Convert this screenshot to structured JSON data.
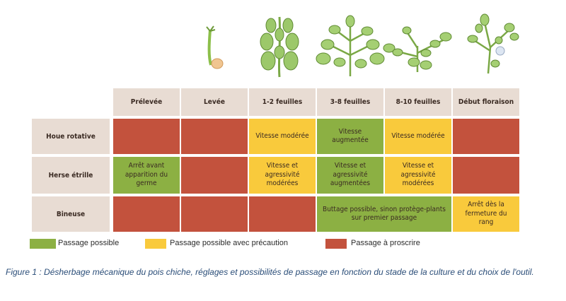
{
  "colors": {
    "green": "#8cb043",
    "yellow": "#f9ca3c",
    "red": "#c3523d",
    "header_bg": "#e8dcd3",
    "text": "#3a2a22",
    "caption": "#2a4d78"
  },
  "plants": [
    "seedling-plant-icon",
    "two-leaf-plant-icon",
    "multi-leaf-plant-icon",
    "branching-plant-icon",
    "flowering-plant-icon"
  ],
  "table": {
    "columns": [
      "Prélevée",
      "Levée",
      "1-2 feuilles",
      "3-8 feuilles",
      "8-10 feuilles",
      "Début floraison"
    ],
    "rows": [
      {
        "name": "Houe rotative",
        "cells": [
          {
            "status": "red",
            "text": ""
          },
          {
            "status": "red",
            "text": ""
          },
          {
            "status": "yellow",
            "text": "Vitesse modérée"
          },
          {
            "status": "green",
            "text": "Vitesse augmentée"
          },
          {
            "status": "yellow",
            "text": "Vitesse modérée"
          },
          {
            "status": "red",
            "text": ""
          }
        ]
      },
      {
        "name": "Herse étrille",
        "cells": [
          {
            "status": "green",
            "text": "Arrêt avant\napparition du\ngerme"
          },
          {
            "status": "red",
            "text": ""
          },
          {
            "status": "yellow",
            "text": "Vitesse et\nagressivité\nmodérées"
          },
          {
            "status": "green",
            "text": "Vitesse et\nagressivité\naugmentées"
          },
          {
            "status": "yellow",
            "text": "Vitesse et\nagressivité\nmodérées"
          },
          {
            "status": "red",
            "text": ""
          }
        ]
      },
      {
        "name": "Bineuse",
        "cells": [
          {
            "status": "red",
            "text": ""
          },
          {
            "status": "red",
            "text": ""
          },
          {
            "status": "red",
            "text": ""
          },
          {
            "status": "green",
            "text": "Buttage possible, sinon protège-plants\nsur premier passage",
            "span": 2
          },
          {
            "status": "yellow",
            "text": "Arrêt dès la\nfermeture du rang"
          }
        ]
      }
    ]
  },
  "legend": [
    {
      "status": "green",
      "label": "Passage possible"
    },
    {
      "status": "yellow",
      "label": "Passage possible avec précaution"
    },
    {
      "status": "red",
      "label": "Passage à proscrire"
    }
  ],
  "caption": "Figure 1 : Désherbage mécanique du pois chiche, réglages et possibilités de passage en fonction du stade de la culture et du choix de l'outil."
}
